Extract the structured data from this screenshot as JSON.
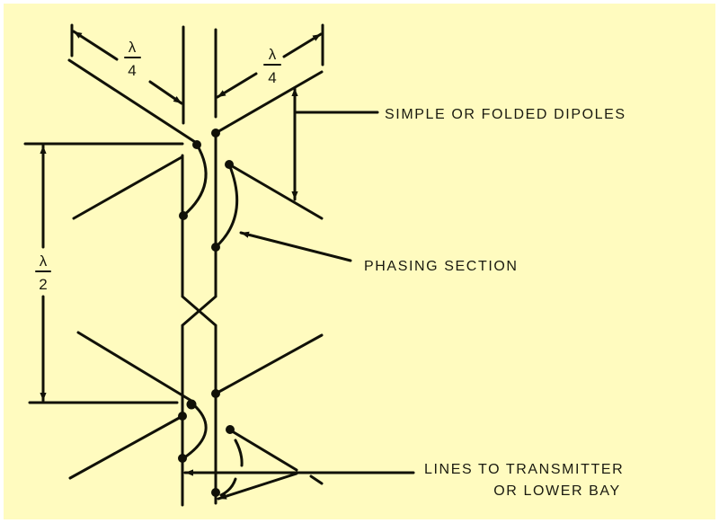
{
  "colors": {
    "background": "#fffbbf",
    "ink": "#111108"
  },
  "labels": {
    "quarter_wave_left": {
      "num": "λ",
      "den": "4"
    },
    "quarter_wave_right": {
      "num": "λ",
      "den": "4"
    },
    "half_wave": {
      "num": "λ",
      "den": "2"
    },
    "dipoles": "SIMPLE OR FOLDED DIPOLES",
    "phasing": "PHASING SECTION",
    "lines_line1": "LINES TO TRANSMITTER",
    "lines_line2": "OR LOWER BAY"
  }
}
